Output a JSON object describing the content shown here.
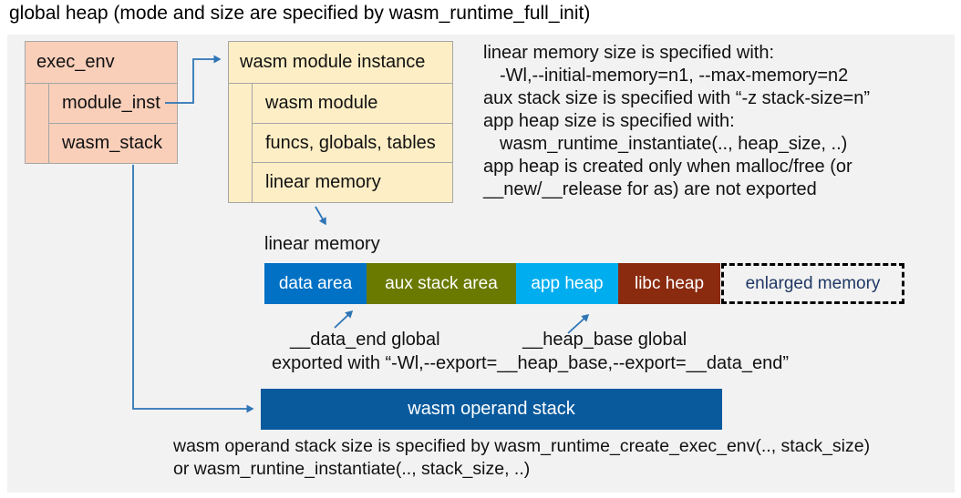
{
  "page": {
    "title": "global heap (mode and size are specified by wasm_runtime_full_init)"
  },
  "exec_env": {
    "header": "exec_env",
    "rows": [
      "module_inst",
      "wasm_stack"
    ]
  },
  "module_instance": {
    "header": "wasm module instance",
    "rows": [
      "wasm module",
      "funcs, globals, tables",
      "linear memory"
    ]
  },
  "memory_notes": {
    "lines": [
      "linear memory size is specified with:",
      "-Wl,--initial-memory=n1, --max-memory=n2",
      "aux stack size is specified with “-z stack-size=n”",
      "app heap size is specified with:",
      "wasm_runtime_instantiate(.., heap_size, ..)",
      "app heap is created only when malloc/free (or",
      "__new/__release for as) are not exported"
    ]
  },
  "linear_memory": {
    "label": "linear memory",
    "segments": [
      {
        "label": "data area",
        "color": "#0071c5"
      },
      {
        "label": "aux stack area",
        "color": "#6a7a00"
      },
      {
        "label": "app heap",
        "color": "#00aeef"
      },
      {
        "label": "libc heap",
        "color": "#8a2b10"
      },
      {
        "label": "enlarged memory",
        "color": "dashed-outline"
      }
    ],
    "data_end_label": "__data_end global",
    "heap_base_label": "__heap_base global",
    "export_note": "exported with “-Wl,--export=__heap_base,--export=__data_end”"
  },
  "operand_stack": {
    "label": "wasm operand stack",
    "notes": [
      "wasm operand stack size is specified by wasm_runtime_create_exec_env(.., stack_size)",
      "or wasm_runtine_instantiate(.., stack_size, ..)"
    ]
  },
  "colors": {
    "panel_bg": "#f2f2f2",
    "exec_env_fill": "#f9cfba",
    "module_instance_fill": "#fdeec5",
    "box_border": "#a6a6a6",
    "operand_stack_fill": "#085a9d",
    "arrow": "#2e75b6",
    "enlarged_memory_text": "#1f3864"
  }
}
